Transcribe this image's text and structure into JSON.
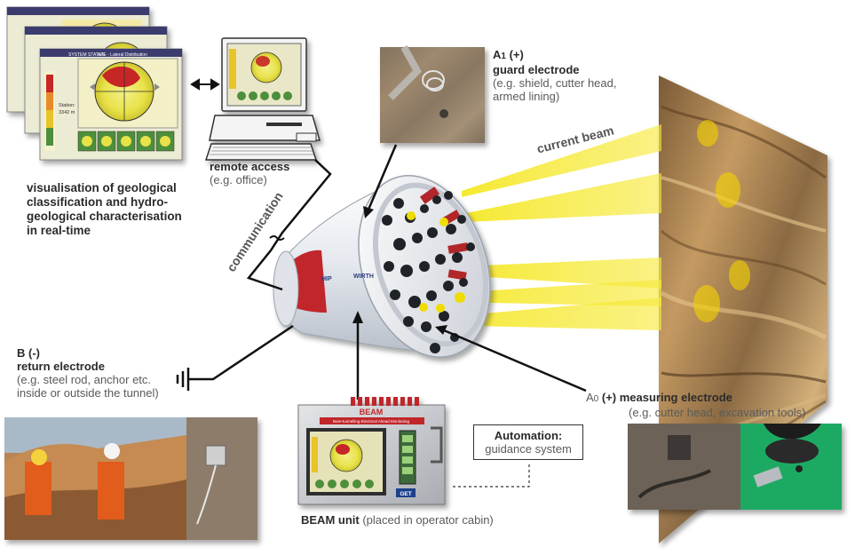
{
  "labels": {
    "geo_vis": [
      "visualisation of geological",
      "classification and hydro-",
      "geological characterisation",
      "in real-time"
    ],
    "remote_title": "remote access",
    "remote_sub": "(e.g. office)",
    "communication": "communication",
    "a1_title_main": "A",
    "a1_title_sub": "1",
    "a1_sign": "(+)",
    "a1_name": "guard electrode",
    "a1_desc": [
      "(e.g. shield, cutter head,",
      "armed lining)"
    ],
    "current_beam": "current beam",
    "b_title": "B (-)",
    "b_name": "return electrode",
    "b_desc": [
      "(e.g. steel rod, anchor etc.",
      "inside or outside the tunnel)"
    ],
    "a0_title_main": "A",
    "a0_title_sub": "0",
    "a0_sign": "(+)",
    "a0_name": "measuring electrode",
    "a0_desc": "(e.g. cutter head, excavation tools)",
    "automation_title": "Automation:",
    "automation_sub": "guidance system",
    "beam_unit_bold": "BEAM unit",
    "beam_unit_light": "(placed in operator cabin)"
  },
  "beam_device": {
    "title": "BEAM",
    "subtitle": "Bore-tunnelling Electrical Ahead Monitoring",
    "brand": "GET"
  },
  "screens": {
    "header": "SYSTEM STATUS",
    "window_title": "AFE - Lateral Distribution",
    "station_label": "Station:",
    "station_value": "3342 m"
  },
  "tbm": {
    "brand1": "HIP",
    "brand2": "WIRTH"
  },
  "colors": {
    "text_dark": "#2b2b2b",
    "text_light": "#5a5a5a",
    "beam_yellow": "#f7e600",
    "tbm_white": "#eceff3",
    "tbm_red": "#c0262a"
  }
}
